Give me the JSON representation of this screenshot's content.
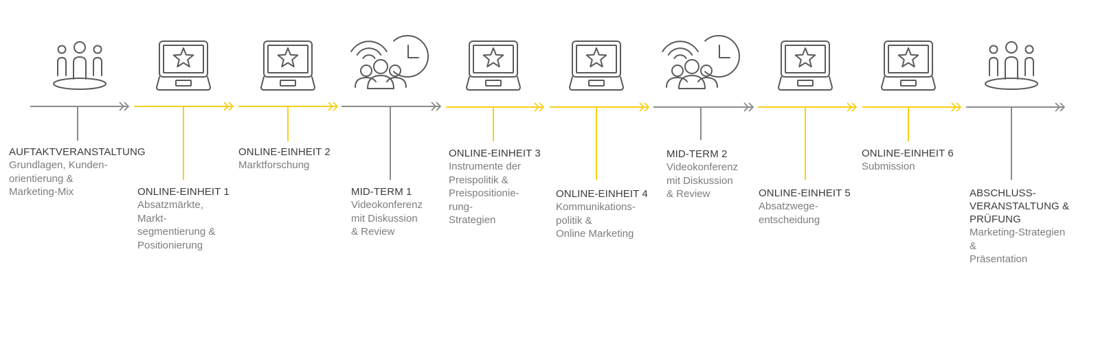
{
  "colors": {
    "gray": "#8a8a8a",
    "yellow": "#f7cf1a",
    "iconStroke": "#5a5a5a"
  },
  "stages": [
    {
      "kind": "event",
      "color": "gray",
      "title": "AUFTAKTVERANSTALTUNG",
      "subtitle": "Grundlagen, Kunden-\norientierung &\nMarketing-Mix",
      "icon": "people-group-icon"
    },
    {
      "kind": "online",
      "color": "yellow",
      "title": "ONLINE-EINHEIT 1",
      "subtitle": "Absatzmärkte,\nMarkt-\nsegmentierung &\nPositionierung",
      "icon": "laptop-star-icon"
    },
    {
      "kind": "online",
      "color": "yellow",
      "title": "ONLINE-EINHEIT 2",
      "subtitle": "Marktforschung",
      "icon": "laptop-star-icon"
    },
    {
      "kind": "video",
      "color": "gray",
      "title": "MID-TERM 1",
      "subtitle": "Videokonferenz\nmit Diskussion\n& Review",
      "icon": "video-conference-icon"
    },
    {
      "kind": "online",
      "color": "yellow",
      "title": "ONLINE-EINHEIT 3",
      "subtitle": "Instrumente der\nPreispolitik &\nPreispositionie-\nrung-\nStrategien",
      "icon": "laptop-star-icon"
    },
    {
      "kind": "online",
      "color": "yellow",
      "title": "ONLINE-EINHEIT 4",
      "subtitle": "Kommunikations-\npolitik &\nOnline Marketing",
      "icon": "laptop-star-icon"
    },
    {
      "kind": "video",
      "color": "gray",
      "title": "MID-TERM 2",
      "subtitle": "Videokonferenz\nmit Diskussion\n& Review",
      "icon": "video-conference-icon"
    },
    {
      "kind": "online",
      "color": "yellow",
      "title": "ONLINE-EINHEIT 5",
      "subtitle": "Absatzwege-\nentscheidung",
      "icon": "laptop-star-icon"
    },
    {
      "kind": "online",
      "color": "yellow",
      "title": "ONLINE-EINHEIT 6",
      "subtitle": "Submission",
      "icon": "laptop-star-icon"
    },
    {
      "kind": "event",
      "color": "gray",
      "title": "ABSCHLUSS-\nVERANSTALTUNG &\nPRÜFUNG",
      "subtitle": "Marketing-Strategien\n&\nPräsentation",
      "icon": "people-group-icon"
    }
  ]
}
